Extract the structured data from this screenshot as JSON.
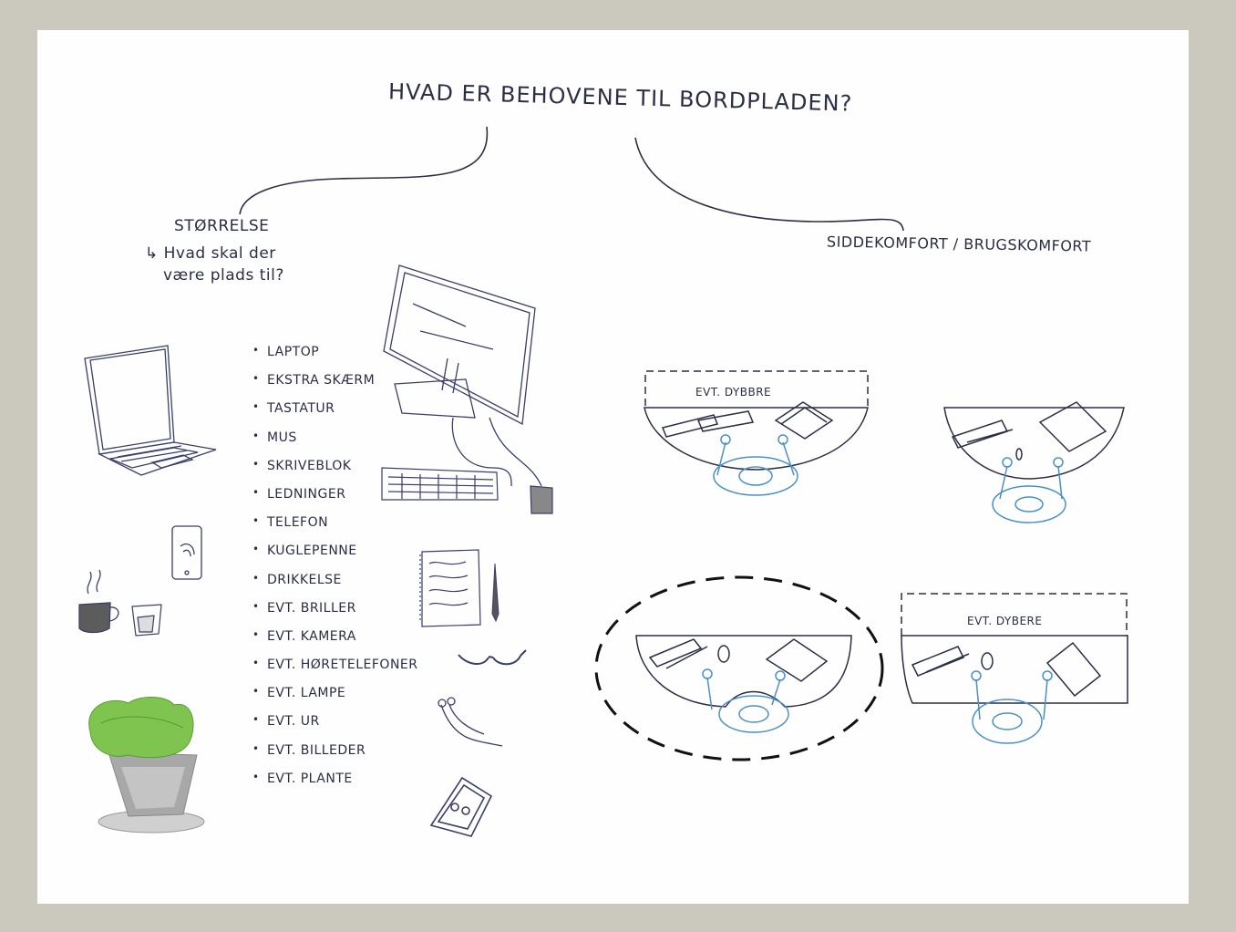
{
  "title": "HVAD ER BEHOVENE TIL BORDPLADEN?",
  "size_branch": {
    "heading": "STØRRELSE",
    "question_line1": "↳ Hvad skal der",
    "question_line2": "være plads til?"
  },
  "comfort_branch": {
    "heading": "SIDDEKOMFORT / BRUGSKOMFORT"
  },
  "needs": [
    "LAPTOP",
    "EKSTRA SKÆRM",
    "TASTATUR",
    "MUS",
    "SKRIVEBLOK",
    "LEDNINGER",
    "TELEFON",
    "KUGLEPENNE",
    "DRIKKELSE",
    "EVT. BRILLER",
    "EVT. KAMERA",
    "EVT. HØRETELEFONER",
    "EVT. LAMPE",
    "EVT. UR",
    "EVT. BILLEDER",
    "EVT. PLANTE"
  ],
  "desk_labels": {
    "top_left": "EVT. DYBBRE",
    "bottom_right": "EVT. DYBERE"
  },
  "colors": {
    "ink": "#2b2e45",
    "person": "#4a90c8",
    "plant": "#7ec44f",
    "frame": "#cbc9bd"
  }
}
